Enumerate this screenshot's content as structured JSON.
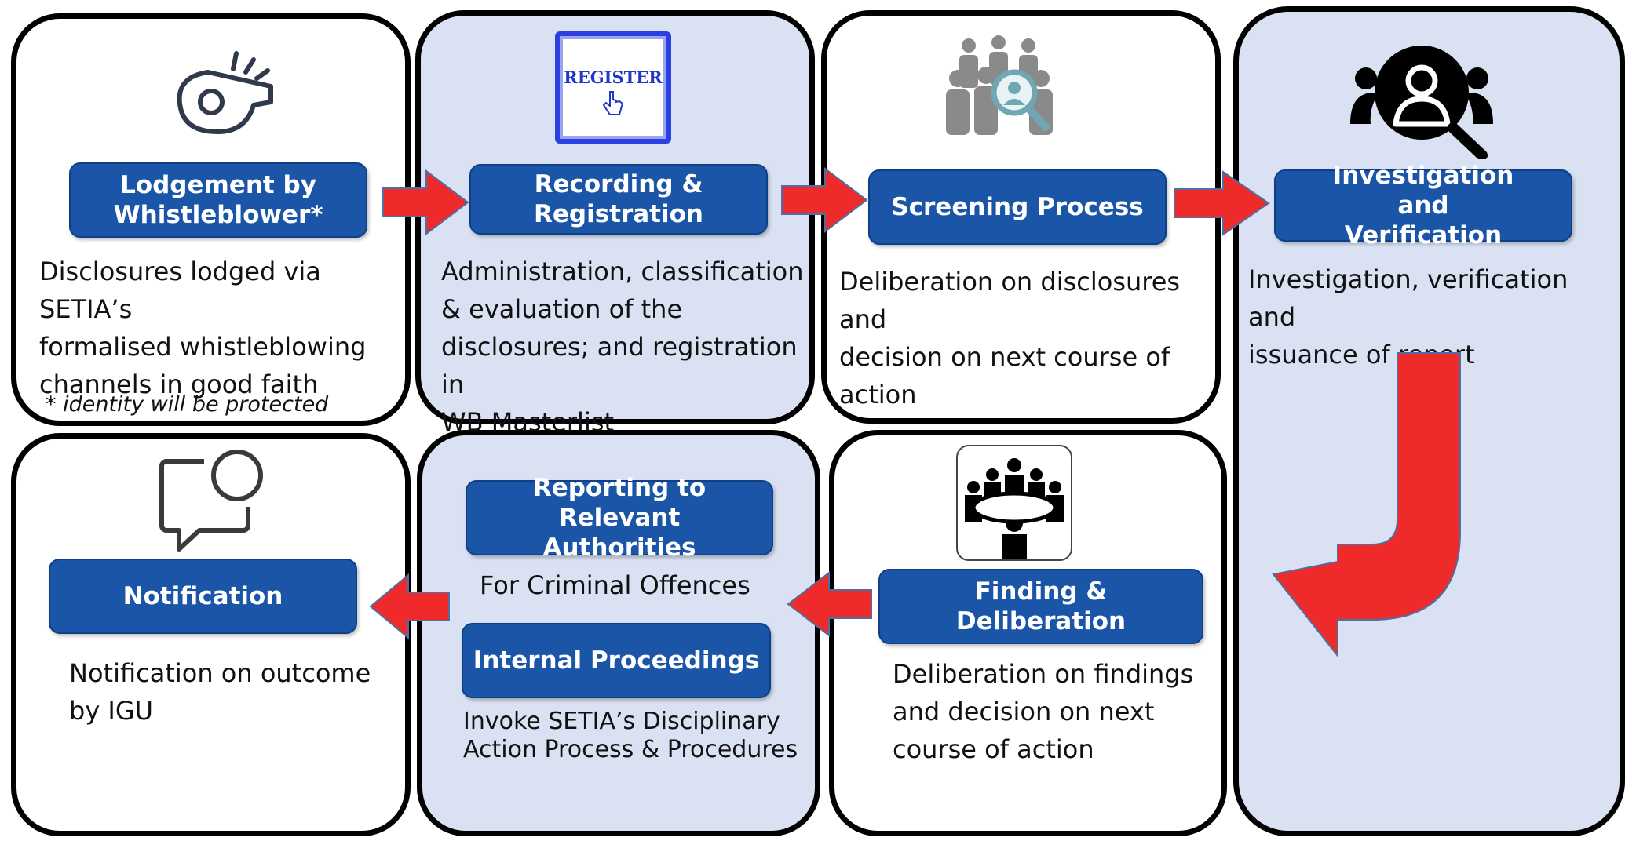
{
  "steps": [
    {
      "title": "Lodgement  by Whistleblower*",
      "desc": "Disclosures  lodged via SETIA’s\nformalised  whistleblowing\nchannels  in good faith",
      "note": "* identity will be protected",
      "icon": "whistle-icon"
    },
    {
      "title": "Recording & Registration",
      "desc": "Administration, classification\n& evaluation of the\ndisclosures; and registration in\nWB Masterlist",
      "icon": "register-button-icon",
      "icon_text": "REGISTER"
    },
    {
      "title": "Screening Process",
      "desc": "Deliberation on disclosures and\ndecision on next course of\naction",
      "icon": "people-magnifier-icon"
    },
    {
      "title": "Investigation and Verification",
      "desc": "Investigation, verification and\nissuance of  report",
      "icon": "person-search-icon"
    },
    {
      "title": "Finding  & Deliberation",
      "desc": "Deliberation on findings\nand decision on next\ncourse of action",
      "icon": "meeting-table-icon"
    },
    {
      "sub_steps": [
        {
          "title": "Reporting to Relevant Authorities",
          "desc": "For Criminal Offences"
        },
        {
          "title": "Internal Proceedings",
          "desc": "Invoke SETIA’s Disciplinary\nAction Process & Procedures"
        }
      ]
    },
    {
      "title": "Notification",
      "desc": "Notification on outcome\nby IGU",
      "icon": "chat-bubble-icon"
    }
  ],
  "colors": {
    "title_box": "#1b55a8",
    "panel_blue": "#d9e1f2",
    "arrow": "#ee2a2a",
    "border": "#000000"
  }
}
